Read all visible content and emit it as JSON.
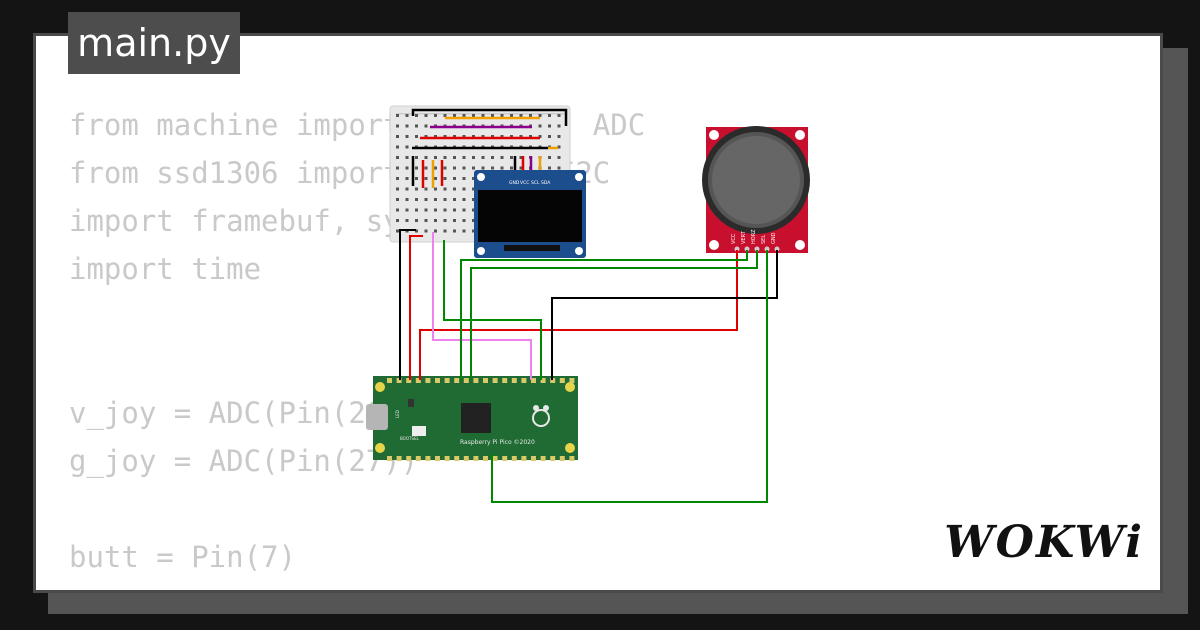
{
  "tab": {
    "filename": "main.py"
  },
  "code": [
    "from machine import Pin, I2C, ADC",
    "from ssd1306 import SSD1306_I2C",
    "import framebuf, sys",
    "import time",
    "",
    "",
    "v_joy = ADC(Pin(26))",
    "g_joy = ADC(Pin(27))",
    "",
    "butt = Pin(7)"
  ],
  "diagram": {
    "oled": {
      "pins": [
        "GND",
        "VCC",
        "SCL",
        "SDA"
      ]
    },
    "joystick": {
      "pins": [
        "VCC",
        "VERT",
        "HORZ",
        "SEL",
        "GND"
      ]
    },
    "pico": {
      "board_text": "Raspberry Pi Pico ©2020",
      "label_bootsel": "BOOTSEL",
      "label_led": "LED"
    },
    "wire_colors": {
      "red": "#e00000",
      "black": "#000000",
      "green": "#008800",
      "violet": "#ee82ee",
      "orange": "#f0a000",
      "purple": "#8b008b"
    }
  },
  "logo": {
    "text": "WOKWi"
  },
  "colors": {
    "background": "#141414",
    "tab": "#4d4d4d",
    "code_text": "#c9c9c9",
    "pcb_green": "#1f6b33",
    "oled_blue": "#1c4d8c",
    "joystick_red": "#c8102e"
  }
}
